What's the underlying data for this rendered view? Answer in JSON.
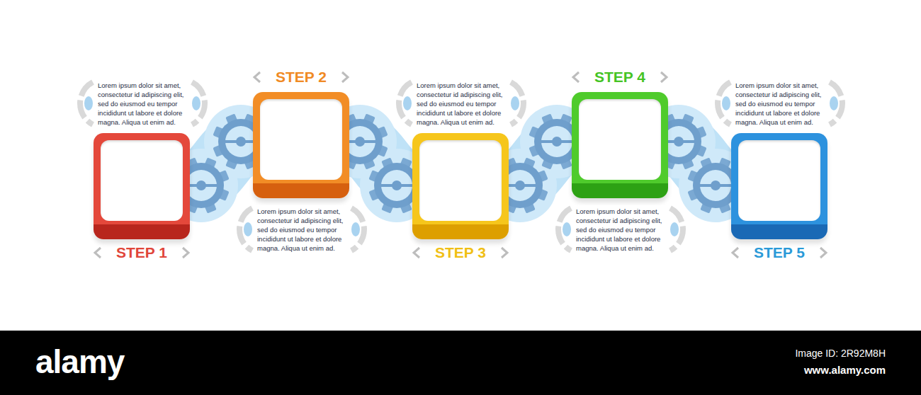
{
  "diagram": {
    "nodes": [
      {
        "text": [
          "STEP 1"
        ]
      },
      {
        "text": [
          "STEP 2"
        ]
      },
      {
        "text": [
          "STEP 3"
        ]
      },
      {
        "text": [
          "STEP 4"
        ]
      },
      {
        "text": [
          "STEP 5"
        ]
      }
    ],
    "edges": [
      {
        "from": 0,
        "to": 1,
        "arrow": "none"
      },
      {
        "from": 1,
        "to": 2,
        "arrow": "none"
      },
      {
        "from": 2,
        "to": 3,
        "arrow": "none"
      },
      {
        "from": 3,
        "to": 4,
        "arrow": "none"
      }
    ],
    "labels": [
      "Lorem ipsum dolor sit amet, consectetur id adipiscing elit, sed do eiusmod eu tempor incididunt ut labore et dolore magna. Aliqua ut enim ad.",
      "Lorem ipsum dolor sit amet, consectetur id adipiscing elit, sed do eiusmod eu tempor incididunt ut labore et dolore magna. Aliqua ut enim ad.",
      "Lorem ipsum dolor sit amet, consectetur id adipiscing elit, sed do eiusmod eu tempor incididunt ut labore et dolore magna. Aliqua ut enim ad.",
      "Lorem ipsum dolor sit amet, consectetur id adipiscing elit, sed do eiusmod eu tempor incididunt ut labore et dolore magna. Aliqua ut enim ad.",
      "Lorem ipsum dolor sit amet, consectetur id adipiscing elit, sed do eiusmod eu tempor incididunt ut labore et dolore magna. Aliqua ut enim ad.",
      "alamy",
      "Image ID: 2R92M8H",
      "www.alamy.com"
    ]
  }
}
